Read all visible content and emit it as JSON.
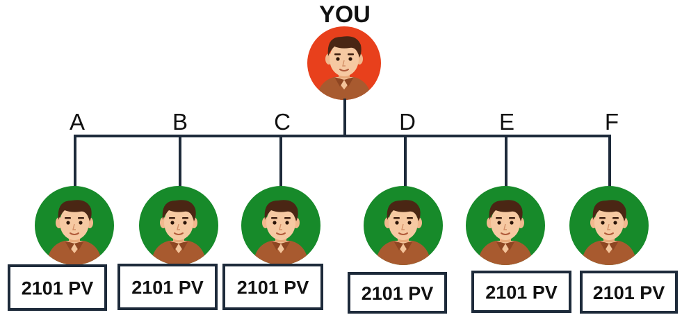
{
  "root": {
    "title": "YOU",
    "avatar_bg": "#e8401c"
  },
  "members": [
    {
      "label": "A",
      "pv": "2101 PV"
    },
    {
      "label": "B",
      "pv": "2101 PV"
    },
    {
      "label": "C",
      "pv": "2101 PV"
    },
    {
      "label": "D",
      "pv": "2101 PV"
    },
    {
      "label": "E",
      "pv": "2101 PV"
    },
    {
      "label": "F",
      "pv": "2101 PV"
    }
  ],
  "colors": {
    "member_avatar_bg": "#178a2a",
    "line": "#1d2a3a",
    "box_border": "#1d2a3a"
  },
  "icons": {
    "avatar": "person-avatar-icon"
  }
}
